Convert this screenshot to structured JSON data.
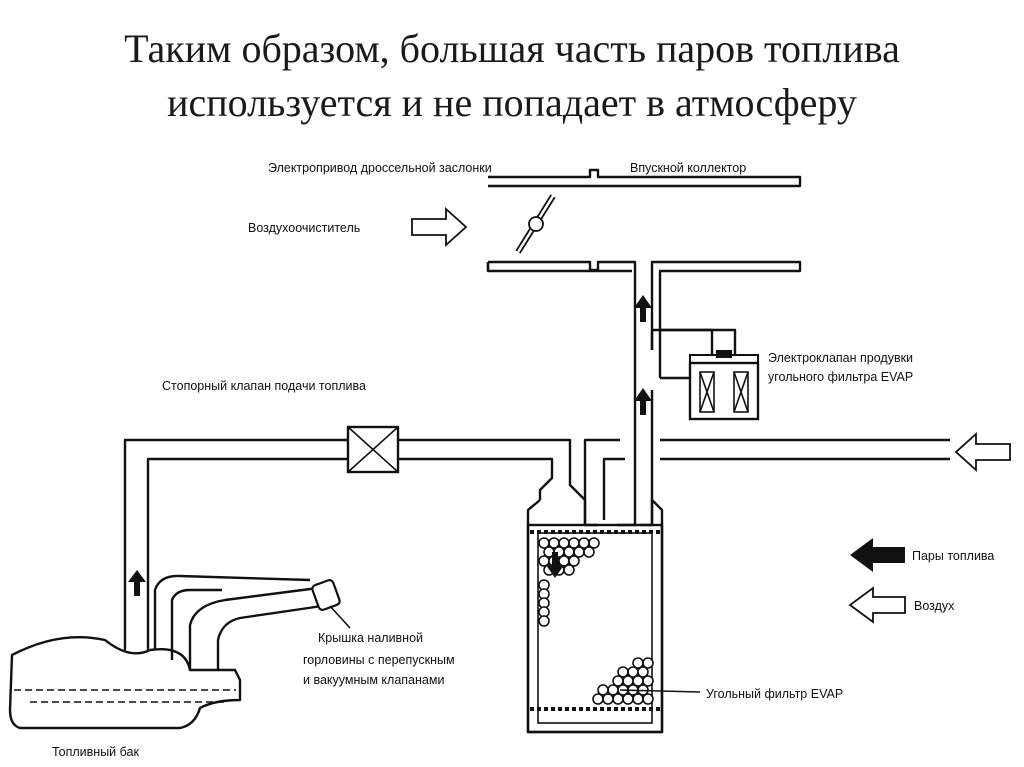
{
  "slide": {
    "title_line1": "Таким образом, большая часть паров топлива",
    "title_line2": "используется и не попадает в атмосферу"
  },
  "labels": {
    "throttle_actuator": "Электропривод дроссельной заслонки",
    "intake_manifold": "Впускной коллектор",
    "air_cleaner": "Воздухоочиститель",
    "purge_valve_line1": "Электроклапан продувки",
    "purge_valve_line2": "угольного фильтра EVAP",
    "fuel_cutoff_valve": "Стопорный клапан подачи топлива",
    "filler_cap_line1": "Крышка наливной",
    "filler_cap_line2": "горловины с перепускным",
    "filler_cap_line3": "и вакуумным клапанами",
    "fuel_tank": "Топливный бак",
    "charcoal_canister": "Угольный фильтр EVAP"
  },
  "legend": {
    "fuel_vapor": "Пары топлива",
    "air": "Воздух"
  }
}
